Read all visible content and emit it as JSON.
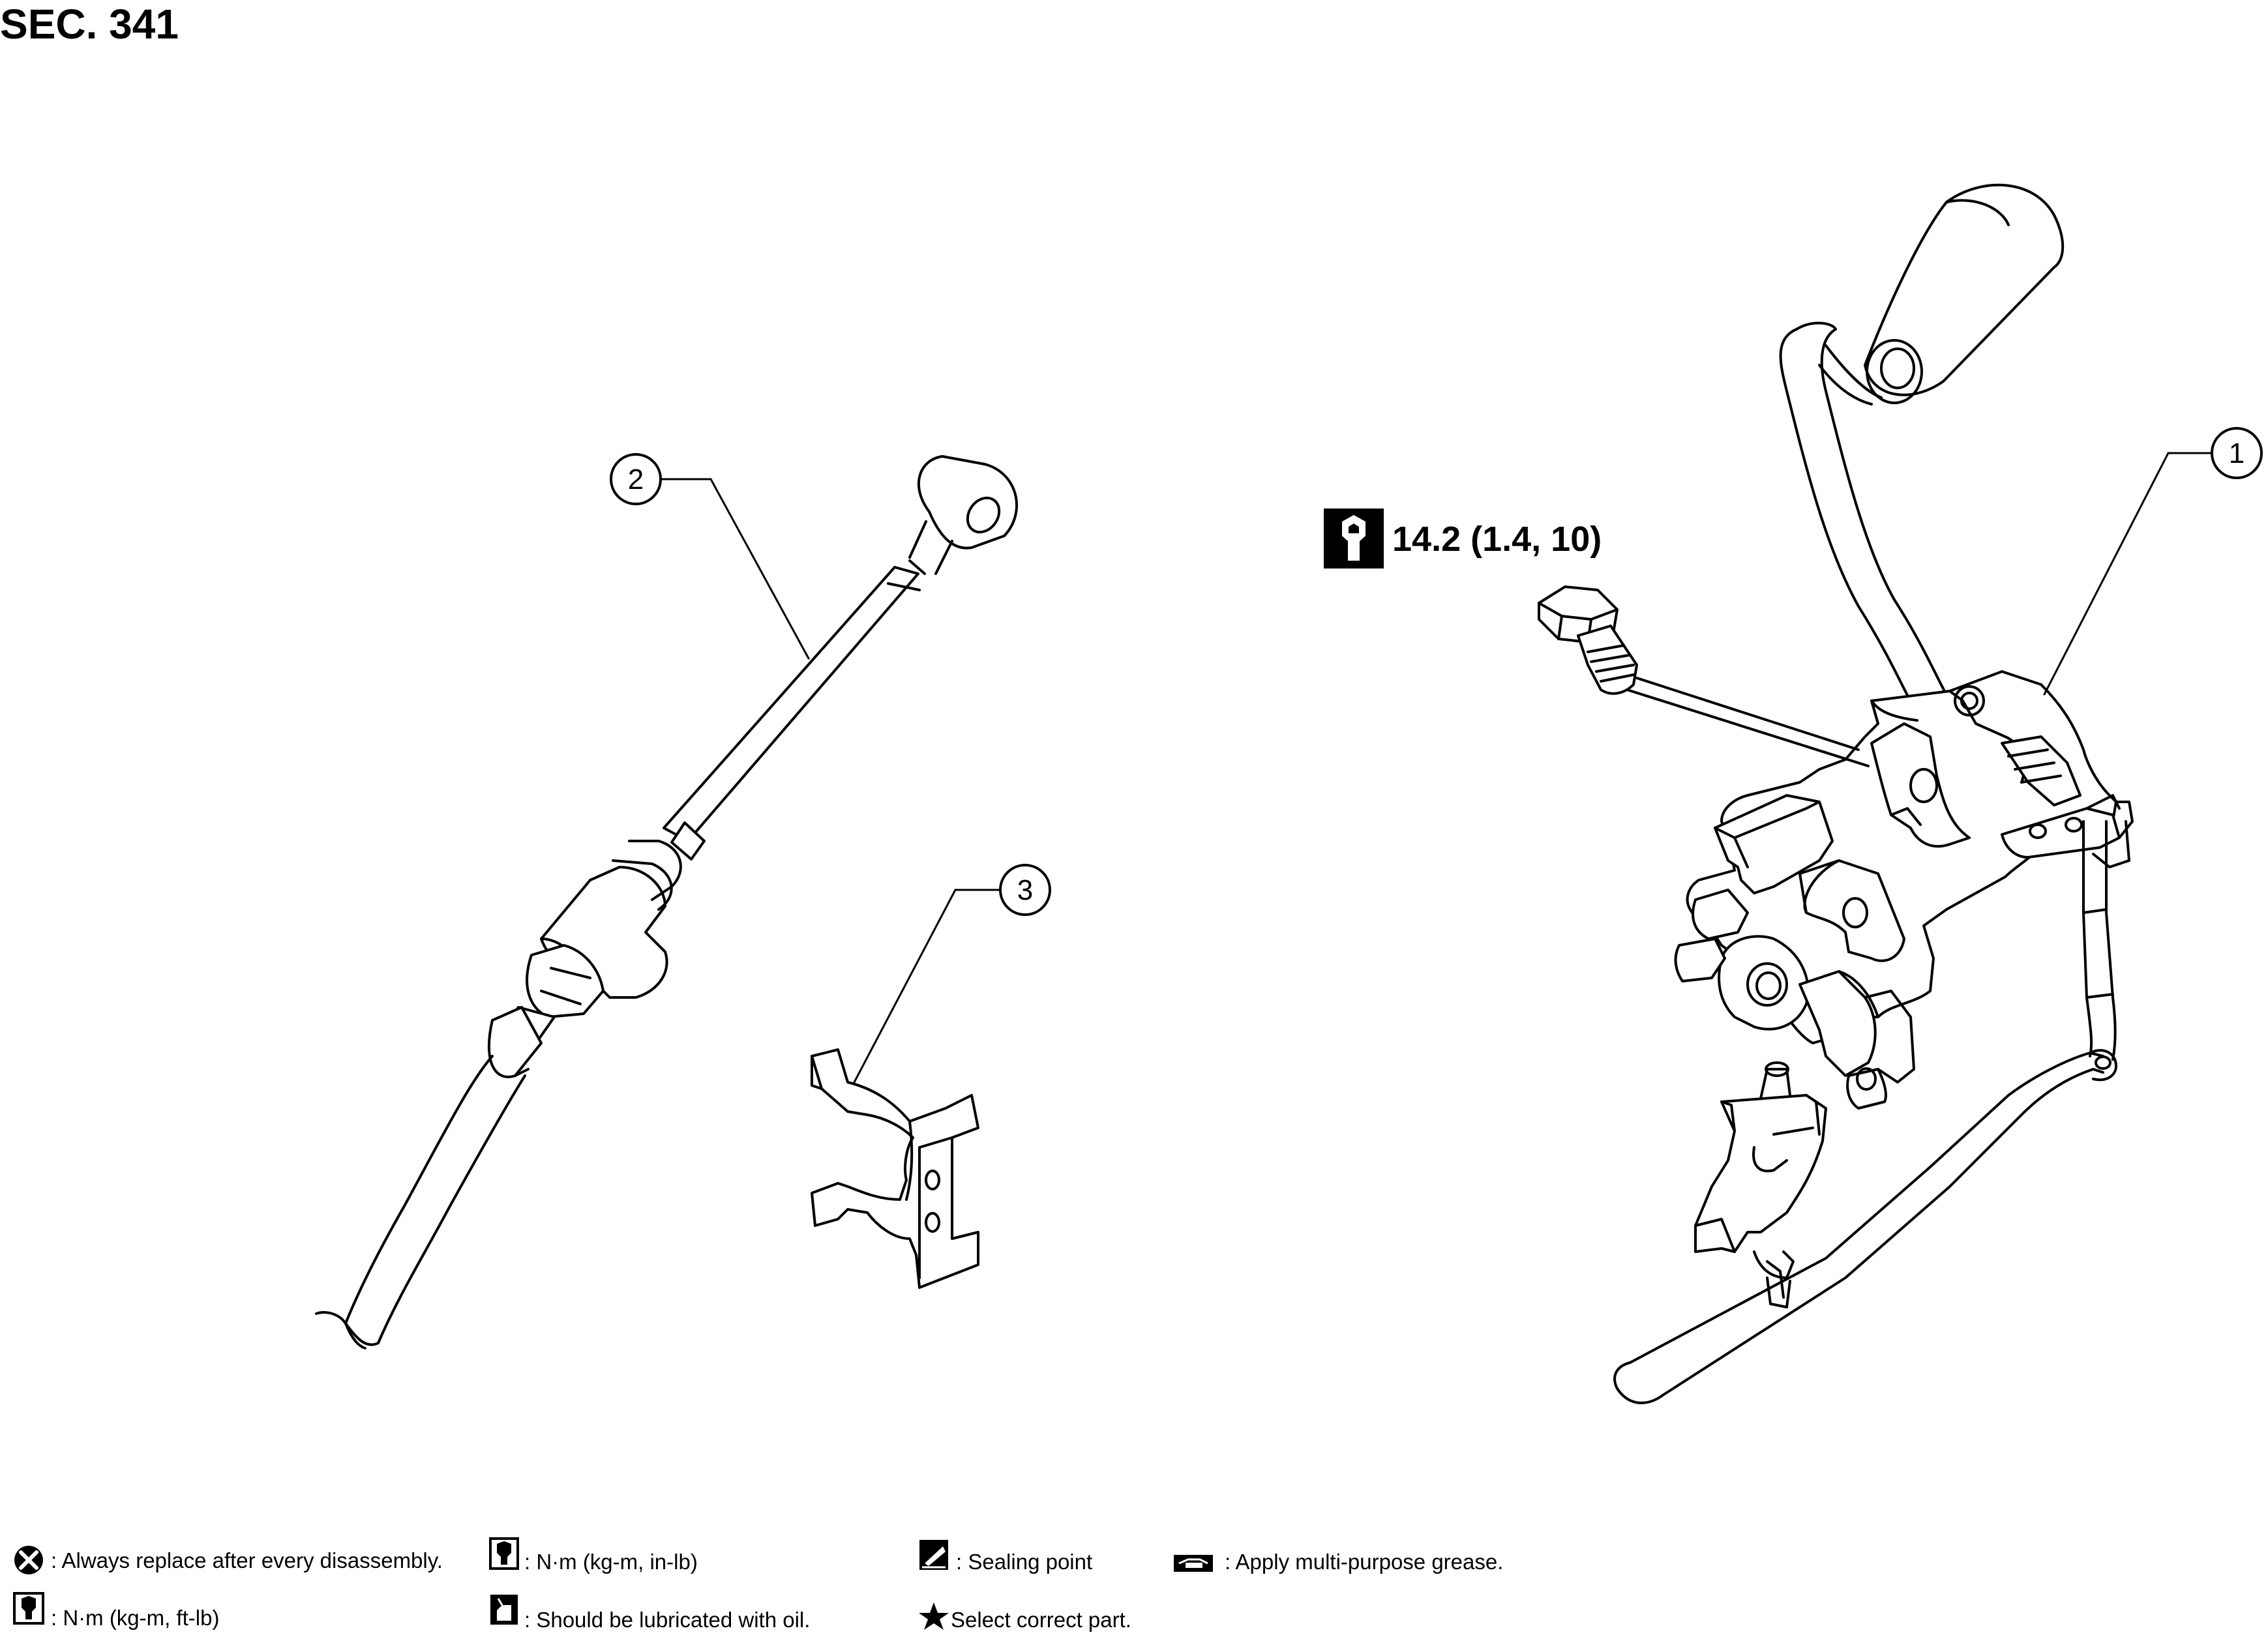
{
  "section": "SEC. 341",
  "callouts": {
    "c1": "1",
    "c2": "2",
    "c3": "3"
  },
  "torque_spec": "14.2 (1.4, 10)",
  "legend": {
    "replace": ": Always replace after every disassembly.",
    "nm_kgm_inlb": ": N·m (kg-m, in-lb)",
    "sealing": ": Sealing point",
    "grease": ": Apply multi-purpose grease.",
    "nm_kgm_ftlb": ": N·m (kg-m, ft-lb)",
    "lubricate": ": Should be lubricated with oil.",
    "select": "Select correct part."
  }
}
